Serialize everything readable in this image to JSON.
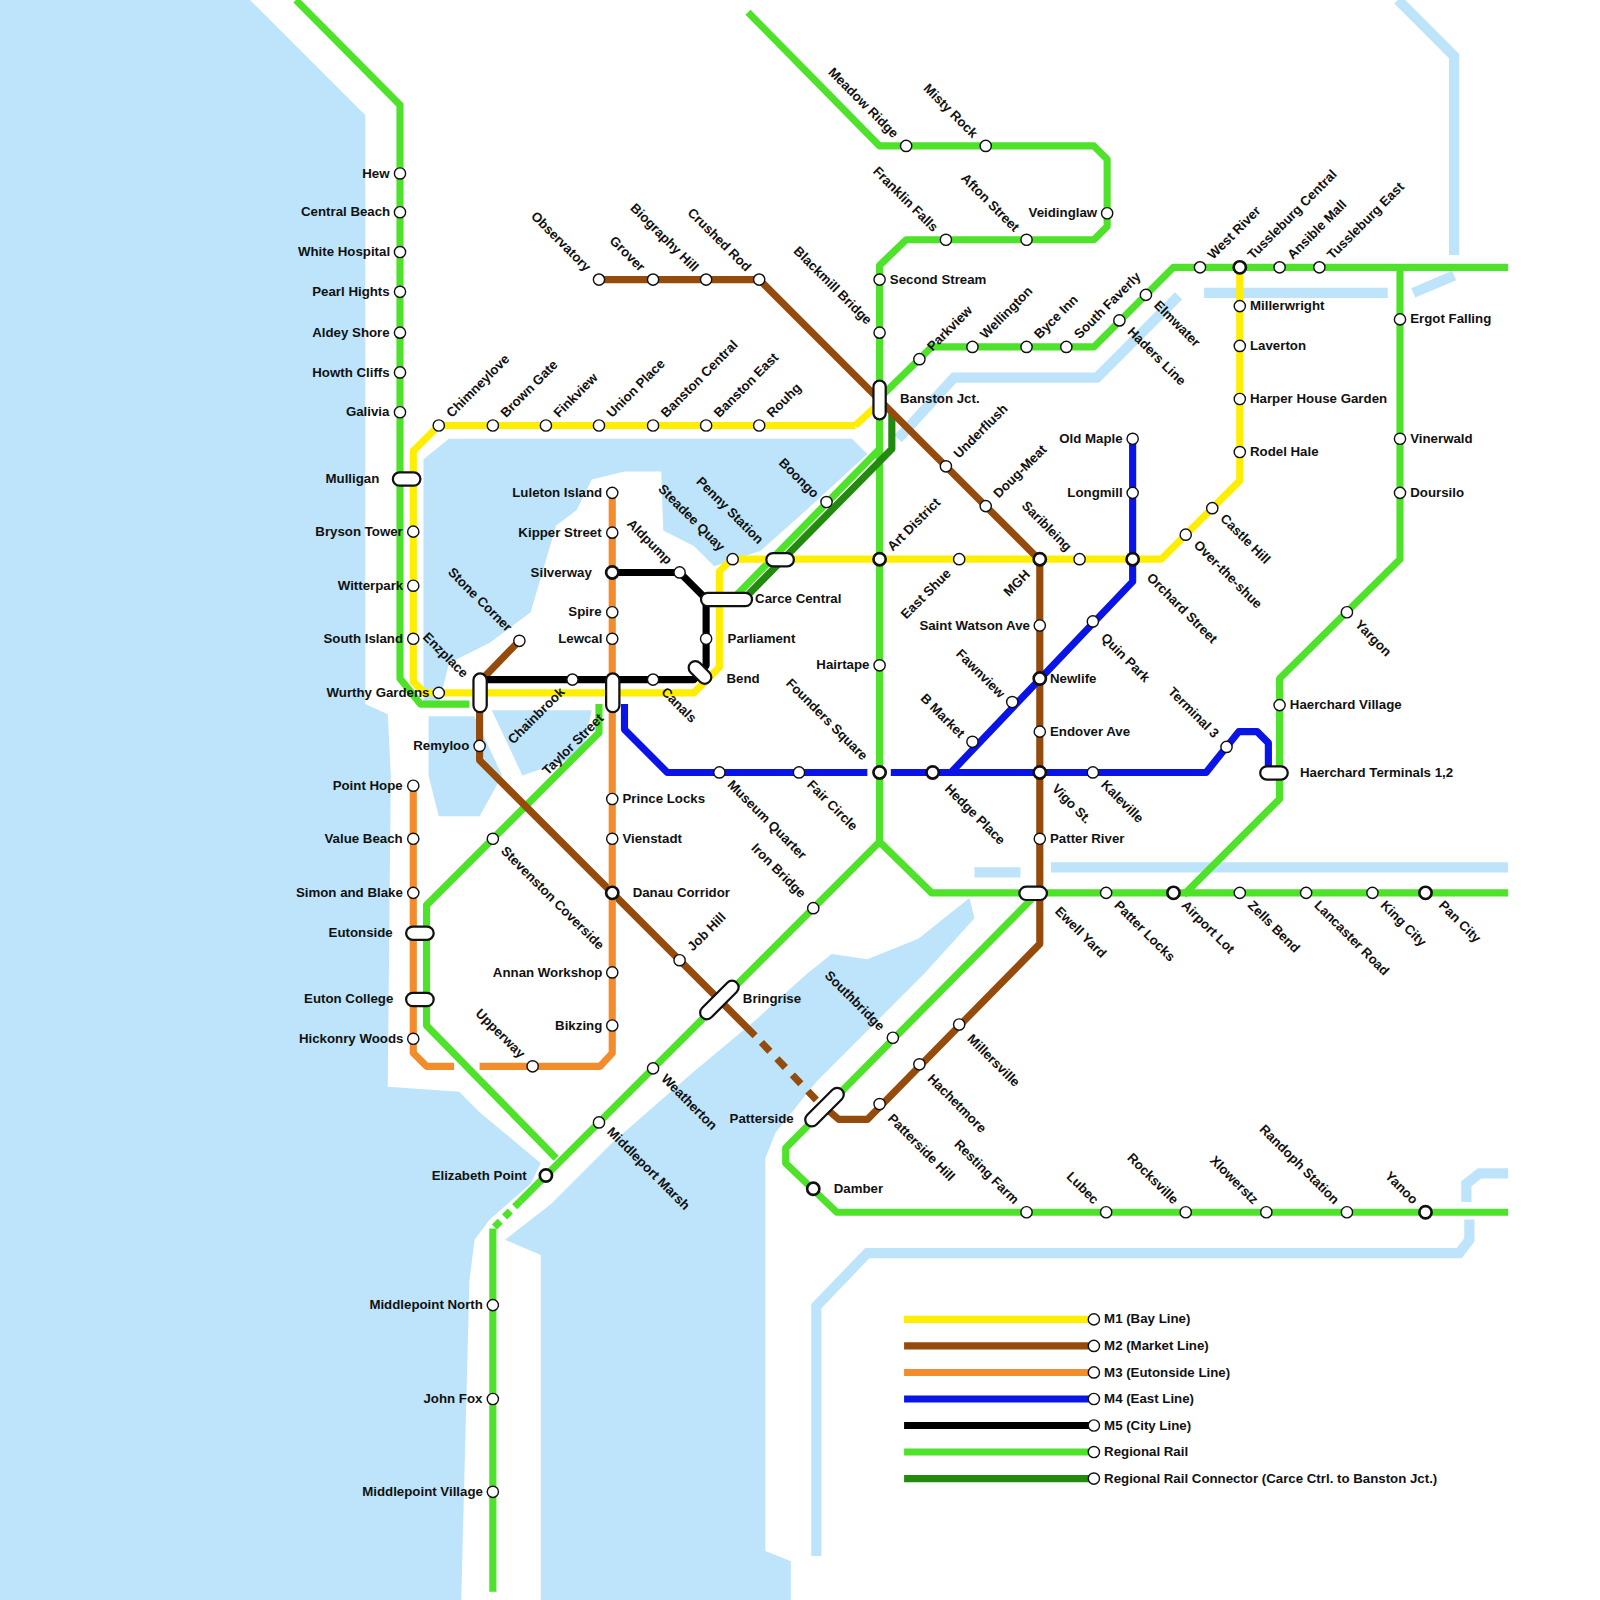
{
  "diagram": {
    "labels": [
      "Hew",
      "Central Beach",
      "White Hospital",
      "Pearl Hights",
      "Aldey Shore",
      "Howth Cliffs",
      "Galivia",
      "Mulligan",
      "Bryson Tower",
      "Witterpark",
      "South Island",
      "Wurthy Gardens",
      "Chimneylove",
      "Brown Gate",
      "Finkview",
      "Union Place",
      "Banston Central",
      "Banston East",
      "Rouhg",
      "Banston Jct.",
      "Observatory",
      "Grover",
      "Biography Hill",
      "Crushed Rod",
      "Blackmill Bridge",
      "Meadow Ridge",
      "Misty Rock",
      "Franklin Falls",
      "Afton Street",
      "Veidinglaw",
      "Second Stream",
      "Parkview",
      "Wellington",
      "Byce Inn",
      "South Faverly",
      "Haders Line",
      "Elmwater",
      "West River",
      "Tussleburg Central",
      "Ansible Mall",
      "Tussleburg East",
      "Millerwright",
      "Laverton",
      "Harper House Garden",
      "Rodel Hale",
      "Castle Hill",
      "Over-the-shue",
      "Ergot Falling",
      "Vinerwald",
      "Doursilo",
      "Yargon",
      "Haerchard Village",
      "Haerchard Terminals 1,2",
      "Terminal 3",
      "Old Maple",
      "Longmill",
      "Orchard Street",
      "Quin Park",
      "Fawnview",
      "B Market",
      "Newlife",
      "Endover Ave",
      "Saint Watson Ave",
      "MGH",
      "Saribleing",
      "Doug-Meat",
      "Underflush",
      "Boongo",
      "Penny Station",
      "Steadee Quay",
      "Art District",
      "East Shue",
      "Vigo St.",
      "Kaleville",
      "Patter River",
      "Ewell Yard",
      "Patter Locks",
      "Airport Lot",
      "Zells Bend",
      "Lancaster Road",
      "King City",
      "Pan City",
      "Carce Central",
      "Parliament",
      "Bend",
      "Aldpump",
      "Silverway",
      "Luleton Island",
      "Kipper Street",
      "Spire",
      "Lewcal",
      "Canals",
      "Chainbrook",
      "Taylor Street",
      "Stone Corner",
      "Enzplace",
      "Remyloo",
      "Hairtape",
      "Founders Square",
      "Hedge Place",
      "Museum Quarter",
      "Fair Circle",
      "Prince Locks",
      "Vienstadt",
      "Danau Corridor",
      "Annan Workshop",
      "Bikzing",
      "Upperway",
      "Point Hope",
      "Value Beach",
      "Simon and Blake",
      "Eutonside",
      "Euton College",
      "Hickonry Woods",
      "Stevenston Coverside",
      "Iron Bridge",
      "Job Hill",
      "Bringrise",
      "Weatherton",
      "Middleport Marsh",
      "Elizabeth Point",
      "Patterside",
      "Southbridge",
      "Millersville",
      "Hachetmore",
      "Patterside Hill",
      "Damber",
      "Resting Farm",
      "Lubec",
      "Rocksville",
      "Xlowerstz",
      "Randoph Station",
      "Yanoo",
      "Middlepoint North",
      "John Fox",
      "Middlepoint Village"
    ],
    "legend": [
      {
        "text": "M1 (Bay Line)",
        "color": "#ffee00"
      },
      {
        "text": "M2 (Market Line)",
        "color": "#944b0c"
      },
      {
        "text": "M3 (Eutonside Line)",
        "color": "#f28c2c"
      },
      {
        "text": "M4 (East Line)",
        "color": "#0a14e6"
      },
      {
        "text": "M5 (City Line)",
        "color": "#000000"
      },
      {
        "text": "Regional Rail",
        "color": "#4fe22a"
      },
      {
        "text": "Regional Rail Connector (Carce Ctrl. to Banston Jct.)",
        "color": "#238a10"
      }
    ]
  }
}
